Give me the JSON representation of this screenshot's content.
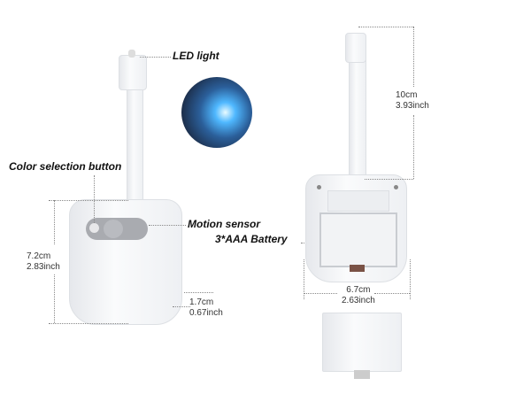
{
  "labels": {
    "led": "LED light",
    "color_button": "Color selection button",
    "motion": "Motion sensor",
    "battery": "3*AAA Battery"
  },
  "dimensions": {
    "height_cm": "7.2cm",
    "height_in": "2.83inch",
    "depth_cm": "1.7cm",
    "depth_in": "0.67inch",
    "arm_cm": "10cm",
    "arm_in": "3.93inch",
    "width_cm": "6.7cm",
    "width_in": "2.63inch"
  },
  "colors": {
    "led_glow": "#4fb8ff",
    "sensor_panel": "#a9abb0"
  }
}
